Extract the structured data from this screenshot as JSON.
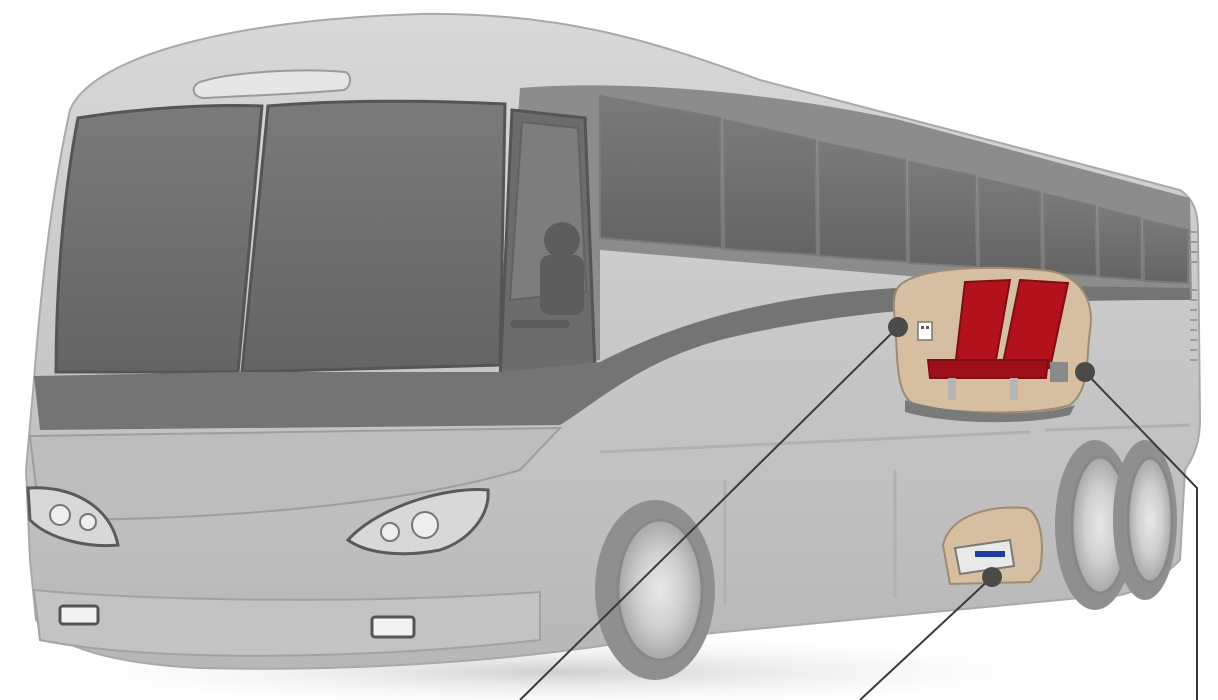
{
  "illustration": {
    "subject": "motorcoach-bus",
    "colors": {
      "body": "#c9c9c9",
      "body_dark": "#9e9e9e",
      "window": "#6f6f6f",
      "window_dark": "#5d5d5d",
      "seat_red": "#b3121c",
      "seat_red_dark": "#7f0d14",
      "cutaway_tan": "#d6bfa0",
      "callout_dot": "#4a4a4a",
      "callout_line": "#3a3a3a",
      "unit_blue": "#1f3fa0"
    },
    "callouts": [
      {
        "id": "outlet-callout",
        "icon": "power-outlet-icon"
      },
      {
        "id": "seat-side-callout",
        "icon": "seat-panel-icon"
      },
      {
        "id": "inverter-callout",
        "icon": "power-inverter-icon"
      }
    ]
  }
}
